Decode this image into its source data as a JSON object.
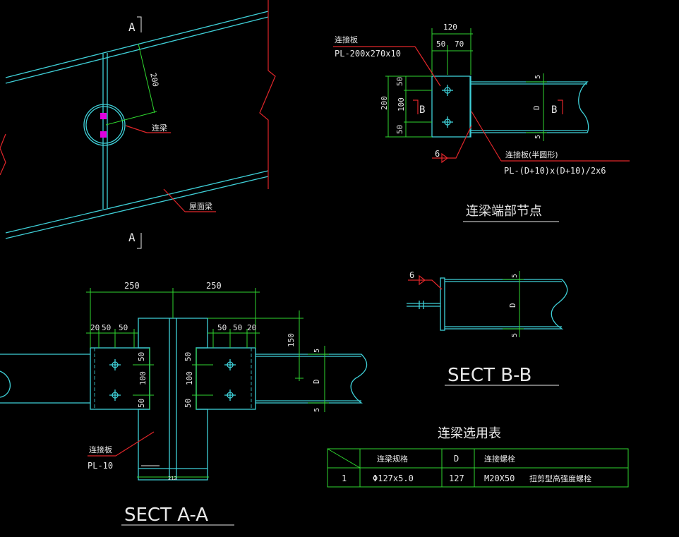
{
  "top_left_view": {
    "section_mark_top": "A",
    "section_mark_bottom": "A",
    "dim_200": "200",
    "label_tie_beam": "连梁",
    "label_roof_beam": "屋面梁"
  },
  "end_node": {
    "connection_plate_label": "连接板",
    "connection_plate_spec": "PL-200x270x10",
    "dim_120": "120",
    "dim_50": "50",
    "dim_70": "70",
    "dim_200": "200",
    "dim_v50_top": "50",
    "dim_v100": "100",
    "dim_v50_bottom": "50",
    "dim_5_top": "5",
    "dim_5_bottom": "5",
    "dim_D": "D",
    "mark_B_left": "B",
    "mark_B_right": "B",
    "weld_6": "6",
    "semicircle_plate_label": "连接板(半圆形)",
    "semicircle_plate_spec": "PL-(D+10)x(D+10)/2x6",
    "title": "连梁端部节点"
  },
  "sect_b": {
    "weld_6": "6",
    "dim_5_top": "5",
    "dim_5_bottom": "5",
    "dim_D": "D",
    "title": "SECT B-B"
  },
  "sect_a": {
    "dim_250_left": "250",
    "dim_250_right": "250",
    "dims_left": [
      "20",
      "50",
      "50"
    ],
    "dims_right": [
      "50",
      "50",
      "20"
    ],
    "dim_150": "150",
    "dim_5_top": "5",
    "dim_5_bottom": "5",
    "dim_D": "D",
    "dims_v_left": [
      "50",
      "100",
      "50"
    ],
    "dims_v_right": [
      "50",
      "100",
      "50"
    ],
    "plate_label": "连接板",
    "plate_spec": "PL-10",
    "dim_212": "212",
    "title": "SECT A-A"
  },
  "selection_table": {
    "title": "连梁选用表",
    "headers": [
      "",
      "连梁规格",
      "D",
      "连接螺栓"
    ],
    "rows": [
      [
        "1",
        "Φ127x5.0",
        "127",
        "M20X50",
        "扭剪型高强度螺栓"
      ]
    ]
  },
  "colors": {
    "background": "#000000",
    "member": "#3fd0d8",
    "dimension": "#2fd62f",
    "leader": "#e0262a",
    "text": "#e8e8e8",
    "bolt_mark": "#e000e0"
  }
}
